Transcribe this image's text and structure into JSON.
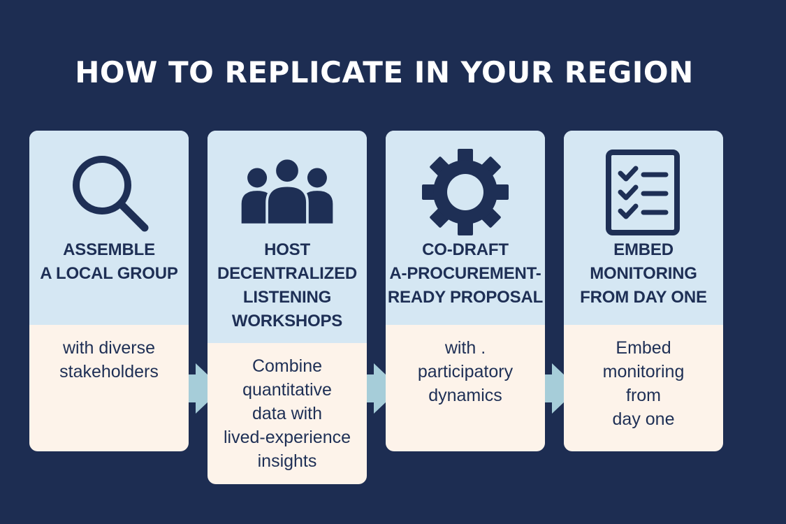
{
  "title": "HOW TO REPLICATE IN YOUR REGION",
  "steps": [
    {
      "icon": "magnifying-glass-icon",
      "heading": "ASSEMBLE\nA LOCAL GROUP",
      "body": "with diverse\nstakeholders"
    },
    {
      "icon": "people-group-icon",
      "heading": "HOST\nDECENTRALIZED\nLISTENING\nWORKSHOPS",
      "body": "Combine\nquantitative\ndata with\nlived-experience\ninsights"
    },
    {
      "icon": "gear-icon",
      "heading": "CO-DRAFT\nA-PROCUREMENT-\nREADY PROPOSAL",
      "body": "with .\nparticipatory\ndynamics"
    },
    {
      "icon": "checklist-icon",
      "heading": "EMBED\nMONITORING\nFROM DAY ONE",
      "body": "Embed\nmonitoring\nfrom\nday one"
    }
  ],
  "colors": {
    "background": "#1d2d52",
    "card_top": "#d5e7f3",
    "card_bottom": "#fdf3ea",
    "text": "#1e2f55",
    "arrow": "#a6cdd9"
  }
}
